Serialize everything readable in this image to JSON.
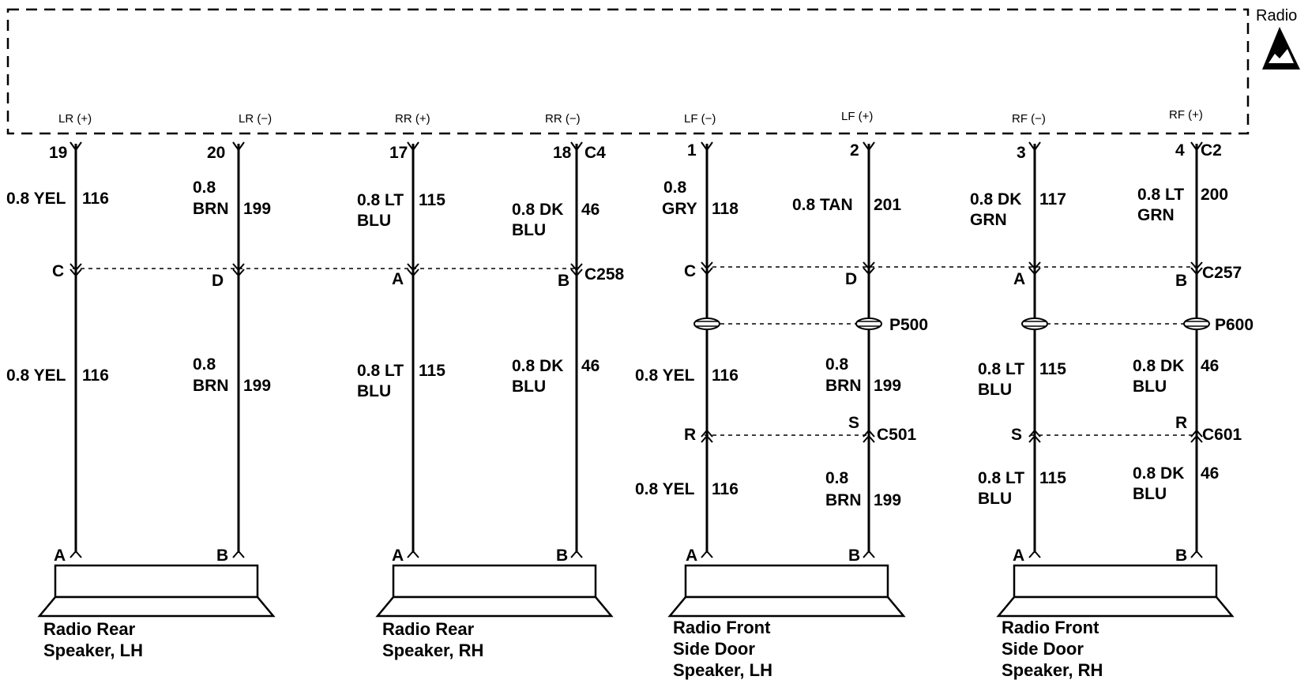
{
  "radio": {
    "title": "Radio",
    "icon": "esd-sensitive-warning-icon",
    "signals": [
      "LR (+)",
      "LR (−)",
      "RR (+)",
      "RR (−)",
      "LF (−)",
      "LF (+)",
      "RF (−)",
      "RF (+)"
    ],
    "connector": "C2",
    "connector_c4": "C4"
  },
  "circuits": [
    {
      "pin": "19",
      "upper_wire": [
        "0.8 YEL",
        "116"
      ],
      "c_pin": "C",
      "lower_wire": [
        "0.8 YEL",
        "116"
      ],
      "spk_pin": "A"
    },
    {
      "pin": "20",
      "upper_wire": [
        "0.8",
        "BRN",
        "199"
      ],
      "c_pin": "D",
      "lower_wire": [
        "0.8",
        "BRN",
        "199"
      ],
      "spk_pin": "B"
    },
    {
      "pin": "17",
      "upper_wire": [
        "0.8 LT",
        "BLU",
        "115"
      ],
      "c_pin": "A",
      "lower_wire": [
        "0.8 LT",
        "BLU",
        "115"
      ],
      "spk_pin": "A"
    },
    {
      "pin": "18",
      "upper_wire": [
        "0.8 DK",
        "BLU",
        "46"
      ],
      "c_pin": "B",
      "lower_wire": [
        "0.8 DK",
        "BLU",
        "46"
      ],
      "spk_pin": "B"
    },
    {
      "pin": "1",
      "upper_wire": [
        "0.8",
        "GRY",
        "118"
      ],
      "c_pin": "C",
      "mid_wire": [
        "0.8 YEL",
        "116"
      ],
      "s_pin": "R",
      "lower_wire": [
        "0.8 YEL",
        "116"
      ],
      "spk_pin": "A"
    },
    {
      "pin": "2",
      "upper_wire": [
        "0.8 TAN",
        "201"
      ],
      "c_pin": "D",
      "mid_wire": [
        "0.8",
        "BRN",
        "199"
      ],
      "s_pin": "S",
      "lower_wire": [
        "0.8",
        "BRN",
        "199"
      ],
      "spk_pin": "B"
    },
    {
      "pin": "3",
      "upper_wire": [
        "0.8 DK",
        "GRN",
        "117"
      ],
      "c_pin": "A",
      "mid_wire": [
        "0.8 LT",
        "BLU",
        "115"
      ],
      "s_pin": "S",
      "lower_wire": [
        "0.8 LT",
        "BLU",
        "115"
      ],
      "spk_pin": "A"
    },
    {
      "pin": "4",
      "upper_wire": [
        "0.8 LT",
        "GRN",
        "200"
      ],
      "c_pin": "B",
      "mid_wire": [
        "0.8 DK",
        "BLU",
        "46"
      ],
      "s_pin": "R",
      "lower_wire": [
        "0.8 DK",
        "BLU",
        "46"
      ],
      "spk_pin": "B"
    }
  ],
  "connectors": {
    "c258": "C258",
    "c257": "C257",
    "p500": "P500",
    "p600": "P600",
    "c501": "C501",
    "c601": "C601"
  },
  "speakers": [
    {
      "lines": [
        "Radio Rear",
        "Speaker, LH"
      ]
    },
    {
      "lines": [
        "Radio Rear",
        "Speaker, RH"
      ]
    },
    {
      "lines": [
        "Radio Front",
        "Side Door",
        "Speaker, LH"
      ]
    },
    {
      "lines": [
        "Radio Front",
        "Side Door",
        "Speaker, RH"
      ]
    }
  ]
}
